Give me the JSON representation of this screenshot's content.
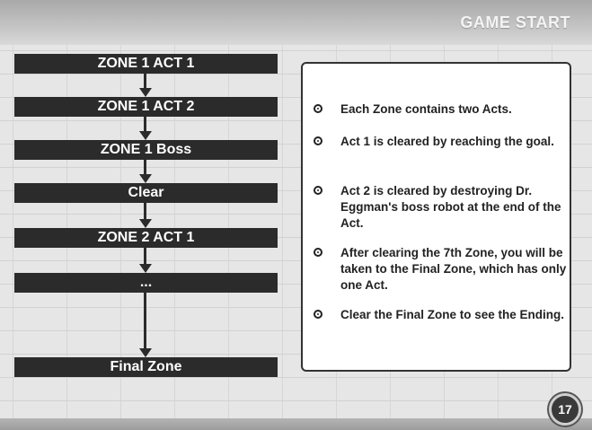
{
  "header": {
    "title": "GAME START"
  },
  "flow": [
    "ZONE 1 ACT 1",
    "ZONE 1 ACT 2",
    "ZONE 1 Boss",
    "Clear",
    "ZONE 2 ACT 1",
    "...",
    "Final Zone"
  ],
  "bullets": [
    "Each Zone contains two Acts.",
    "Act 1 is cleared by reaching the goal.",
    "Act 2 is cleared by destroying Dr. Eggman's boss robot at the end of the Act.",
    "After clearing the 7th Zone, you will be taken to the Final Zone, which has only one Act.",
    "Clear the Final Zone to see the Ending."
  ],
  "page_number": "17",
  "icons": {
    "bullet": "circle-bullet-icon",
    "arrow": "arrow-down-icon"
  }
}
